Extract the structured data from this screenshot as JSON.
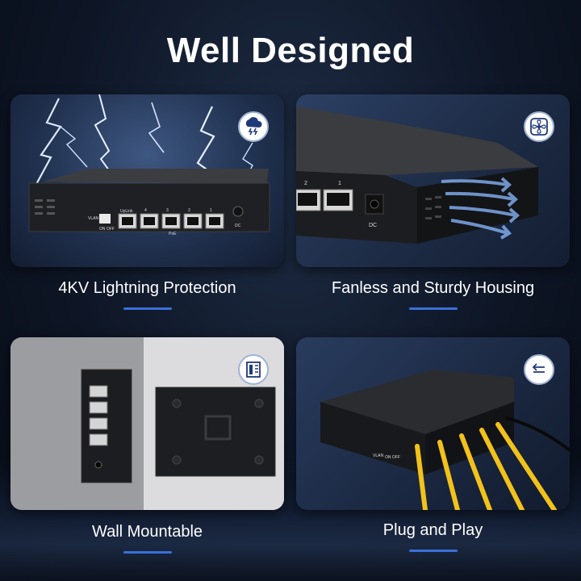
{
  "title": "Well Designed",
  "features": [
    {
      "caption": "4KV Lightning Protection",
      "icon": "lightning-cloud-icon"
    },
    {
      "caption": "Fanless and Sturdy Housing",
      "icon": "fan-icon"
    },
    {
      "caption": "Wall Mountable",
      "icon": "wall-mount-icon"
    },
    {
      "caption": "Plug and Play",
      "icon": "plug-arrows-icon"
    }
  ],
  "switch_labels": {
    "vlan": "VLAN",
    "on_off": "ON OFF",
    "uplink": "UpLink",
    "poe": "PoE",
    "dc": "DC",
    "port_numbers": [
      "4",
      "3",
      "2",
      "1"
    ]
  },
  "colors": {
    "background": "#0e1626",
    "accent_underline": "#3a6fd8",
    "badge_icon": "#1f3a78",
    "cable": "#f2c21b"
  }
}
